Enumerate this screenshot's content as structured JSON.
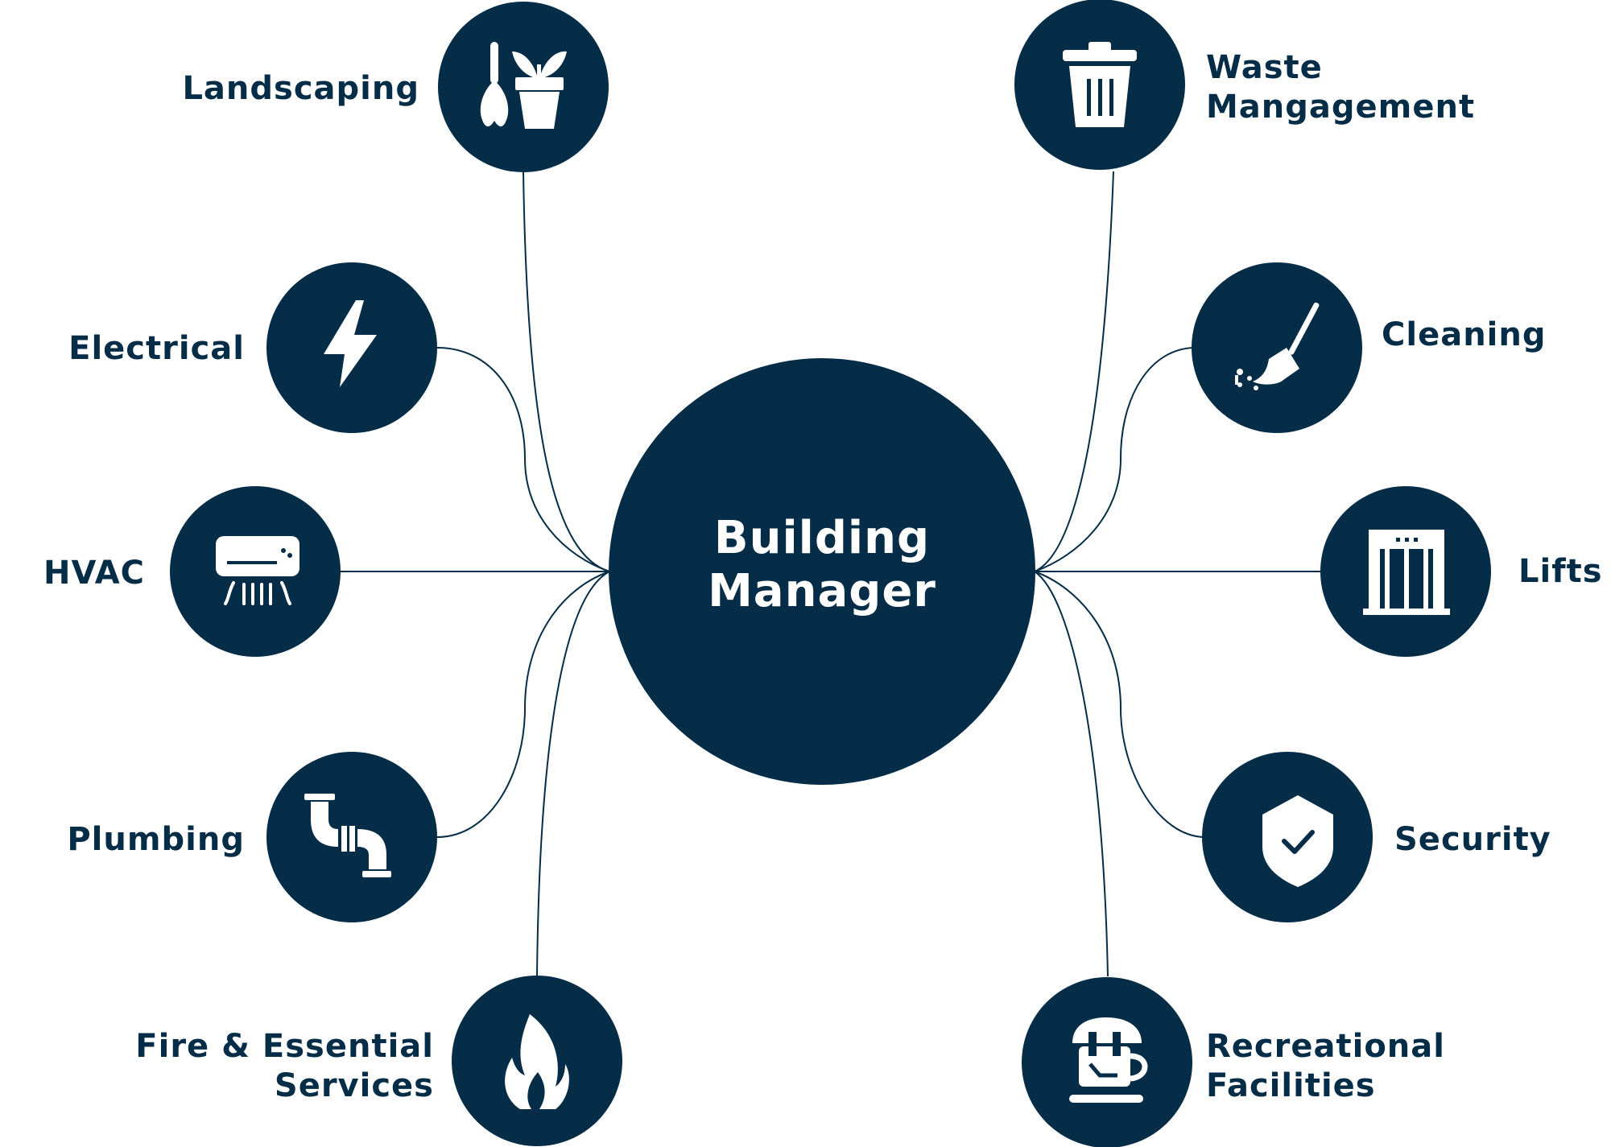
{
  "colors": {
    "node_fill": "#052d48",
    "icon": "#ffffff",
    "connector": "#052d48",
    "text": "#052d48",
    "background": "#ffffff"
  },
  "center": {
    "line1": "Building",
    "line2": "Manager"
  },
  "nodes": {
    "landscaping": {
      "lines": [
        "Landscaping"
      ],
      "icon": "plant-pot-trowel-icon"
    },
    "electrical": {
      "lines": [
        "Electrical"
      ],
      "icon": "lightning-bolt-icon"
    },
    "hvac": {
      "lines": [
        "HVAC"
      ],
      "icon": "air-conditioner-icon"
    },
    "plumbing": {
      "lines": [
        "Plumbing"
      ],
      "icon": "pipe-icon"
    },
    "fire": {
      "lines": [
        "Fire & Essential",
        "Services"
      ],
      "icon": "flame-icon"
    },
    "waste": {
      "lines": [
        "Waste",
        "Mangagement"
      ],
      "icon": "trash-bin-icon"
    },
    "cleaning": {
      "lines": [
        "Cleaning"
      ],
      "icon": "broom-icon"
    },
    "lifts": {
      "lines": [
        "Lifts"
      ],
      "icon": "elevator-icon"
    },
    "security": {
      "lines": [
        "Security"
      ],
      "icon": "shield-check-icon"
    },
    "recreational": {
      "lines": [
        "Recreational",
        "Facilities"
      ],
      "icon": "coffee-cup-icon"
    }
  }
}
